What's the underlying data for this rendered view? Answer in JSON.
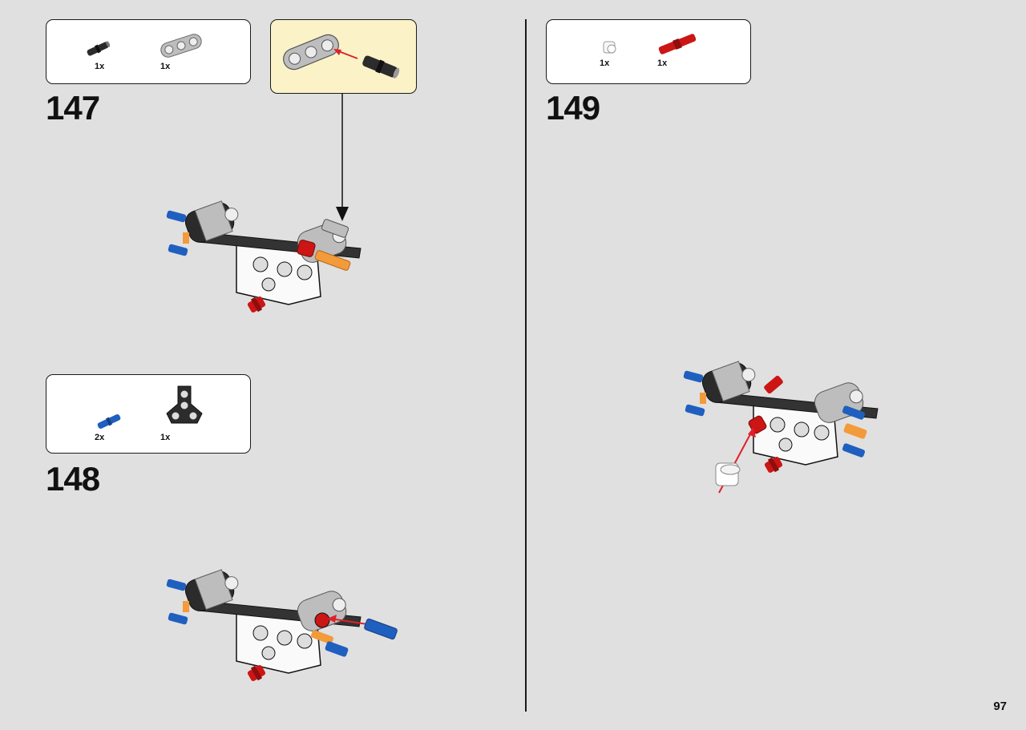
{
  "page_number": "97",
  "steps": [
    {
      "number": "147",
      "parts": [
        {
          "icon": "black-connector-pin-icon",
          "qty": "1x"
        },
        {
          "icon": "grey-3-hole-beam-icon",
          "qty": "1x"
        }
      ]
    },
    {
      "number": "148",
      "parts": [
        {
          "icon": "blue-axle-pin-icon",
          "qty": "2x"
        },
        {
          "icon": "black-t-beam-icon",
          "qty": "1x"
        }
      ]
    },
    {
      "number": "149",
      "parts": [
        {
          "icon": "white-bush-icon",
          "qty": "1x"
        },
        {
          "icon": "red-axle-pin-icon",
          "qty": "1x"
        }
      ]
    }
  ],
  "colors": {
    "background": "#e0e0e0",
    "callout": "#fbf2c8",
    "arrow": "#e0202a",
    "lego_red": "#cc1515",
    "lego_blue": "#1f5fbf",
    "lego_orange": "#f39a3a",
    "lego_grey": "#b9b9b9",
    "lego_black": "#2a2a2a"
  }
}
